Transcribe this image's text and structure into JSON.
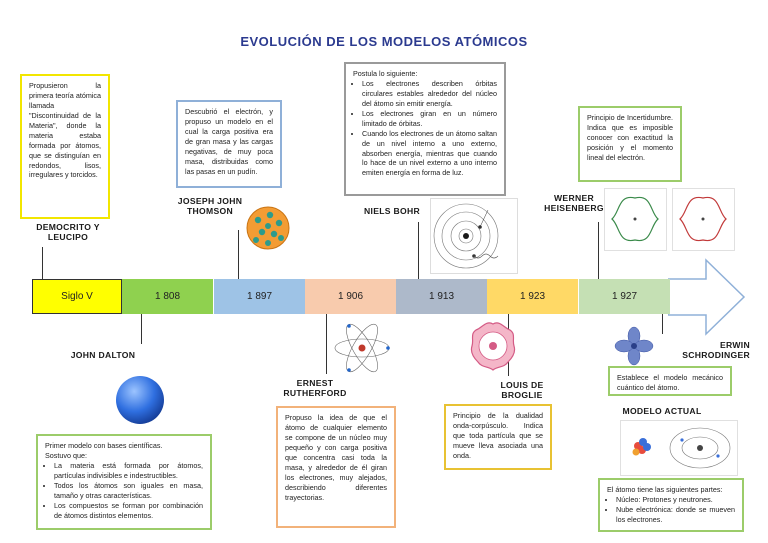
{
  "title": "EVOLUCIÓN DE LOS MODELOS ATÓMICOS",
  "timeline": [
    {
      "label": "Siglo V",
      "color": "#ffff00"
    },
    {
      "label": "1 808",
      "color": "#8fd14f"
    },
    {
      "label": "1 897",
      "color": "#9ec3e6"
    },
    {
      "label": "1 906",
      "color": "#f8cbad"
    },
    {
      "label": "1 913",
      "color": "#adb9ca"
    },
    {
      "label": "1 923",
      "color": "#ffd966"
    },
    {
      "label": "1 927",
      "color": "#c5e0b4"
    }
  ],
  "scientists": {
    "democrito": "DEMOCRITO Y\nLEUCIPO",
    "dalton": "JOHN DALTON",
    "thomson": "JOSEPH JOHN\nTHOMSON",
    "rutherford": "ERNEST\nRUTHERFORD",
    "bohr": "NIELS BOHR",
    "broglie": "LOUIS DE\nBROGLIE",
    "heisenberg": "WERNER\nHEISENBERG",
    "schrodinger": "ERWIN\nSCHRODINGER",
    "actual": "MODELO ACTUAL"
  },
  "texts": {
    "democrito": "Propusieron la primera teoría atómica llamada \"Discontinuidad de la Materia\", donde la materia estaba formada por átomos, que se distinguían en redondos, lisos, irregulares y torcidos.",
    "thomson": "Descubrió el electrón, y propuso un modelo en el cual la carga positiva era de gran masa y las cargas negativas, de muy poca masa, distribuidas como las pasas en un pudín.",
    "bohr_intro": "Postula lo siguiente:",
    "bohr_items": [
      "Los electrones describen órbitas circulares estables alrededor del núcleo del átomo sin emitir energía.",
      "Los electrones giran en un número limitado de órbitas.",
      "Cuando los electrones de un átomo saltan de un nivel interno a uno externo, absorben energía, mientras que cuando lo hace de un nivel externo a uno interno emiten energía en forma de luz."
    ],
    "heisenberg": "Principio de Incertidumbre. Indica que es imposible conocer con exactitud la posición y el momento lineal del electrón.",
    "dalton_intro": "Primer modelo con bases científicas.",
    "dalton_sub": "Sostuvo que:",
    "dalton_items": [
      "La materia está formada por átomos, partículas indivisibles e indestructibles.",
      "Todos los átomos son iguales en masa, tamaño y otras características.",
      "Los compuestos se forman por combinación de átomos distintos elementos."
    ],
    "rutherford": "Propuso la idea de que el átomo de cualquier elemento se compone de un núcleo muy pequeño y con carga positiva que concentra casi toda la masa, y alrededor de él giran los electrones, muy alejados, describiendo diferentes trayectorias.",
    "broglie": "Principio de la dualidad onda-corpúsculo. Indica que toda partícula que se mueve lleva asociada una onda.",
    "schrodinger": "Establece el modelo mecánico cuántico del átomo.",
    "actual_intro": "El átomo tiene las siguientes partes:",
    "actual_items": [
      "Núcleo: Protones y neutrones.",
      "Nube electrónica: donde se mueven los electrones."
    ]
  },
  "colors": {
    "title": "#2b3a8f",
    "arrow_border": "#8fb0d8"
  }
}
